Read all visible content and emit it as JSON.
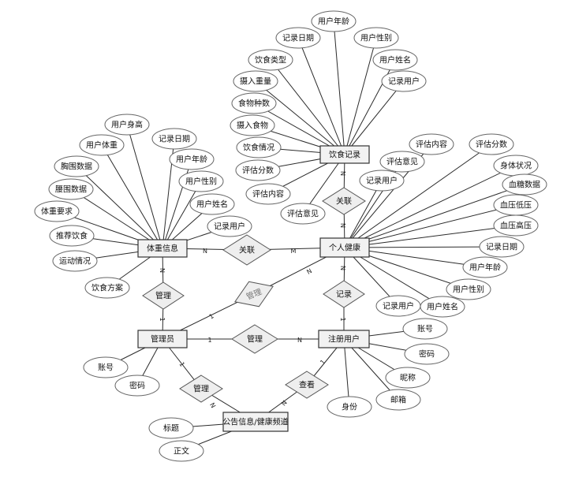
{
  "entities": [
    {
      "id": "diet",
      "label": "饮食记录"
    },
    {
      "id": "body",
      "label": "体重信息"
    },
    {
      "id": "health",
      "label": "个人健康"
    },
    {
      "id": "admin",
      "label": "管理员"
    },
    {
      "id": "user",
      "label": "注册用户"
    },
    {
      "id": "notice",
      "label": "公告信息/健康频道"
    }
  ],
  "relationships": [
    {
      "id": "rel_diet_health",
      "label": "关联"
    },
    {
      "id": "rel_body_health",
      "label": "关联"
    },
    {
      "id": "rel_admin_body",
      "label": "管理"
    },
    {
      "id": "rel_admin_health",
      "label": "管理"
    },
    {
      "id": "rel_user_health",
      "label": "记录"
    },
    {
      "id": "rel_admin_user",
      "label": "管理"
    },
    {
      "id": "rel_admin_notice",
      "label": "管理"
    },
    {
      "id": "rel_user_notice",
      "label": "查看"
    }
  ],
  "attributes": {
    "diet": [
      "用户年龄",
      "记录日期",
      "用户性别",
      "饮食类型",
      "用户姓名",
      "摄入重量",
      "记录用户",
      "食物种数",
      "摄入食物",
      "饮食情况",
      "评估分数",
      "评估内容",
      "评估意见"
    ],
    "body": [
      "用户身高",
      "记录日期",
      "用户体重",
      "用户年龄",
      "胸围数据",
      "用户性别",
      "腰围数据",
      "用户姓名",
      "体重要求",
      "记录用户",
      "推荐饮食",
      "运动情况",
      "饮食方案"
    ],
    "health": [
      "评估内容",
      "评估分数",
      "评估意见",
      "身体状况",
      "记录用户",
      "血糖数据",
      "血压低压",
      "血压高压",
      "记录日期",
      "用户年龄",
      "用户性别",
      "用户姓名",
      "记录用户"
    ],
    "user": [
      "账号",
      "密码",
      "昵称",
      "邮箱",
      "身份"
    ],
    "admin": [
      "账号",
      "密码"
    ],
    "notice": [
      "标题",
      "正文"
    ]
  },
  "cardinalities": {
    "diet_rel": "N",
    "rel_health_top": "N",
    "body_rel": "N",
    "rel_health_left": "M",
    "body_admin_rel": "N",
    "rel_admin_top": "1",
    "admin_rel_health": "1",
    "rel_health_diag": "N",
    "health_rel_user": "N",
    "rel_user_top": "1",
    "admin_rel_user": "1",
    "rel_user_left": "N",
    "admin_rel_notice": "1",
    "rel_notice_left": "N",
    "user_rel_notice": "1",
    "rel_notice_right": "N"
  }
}
